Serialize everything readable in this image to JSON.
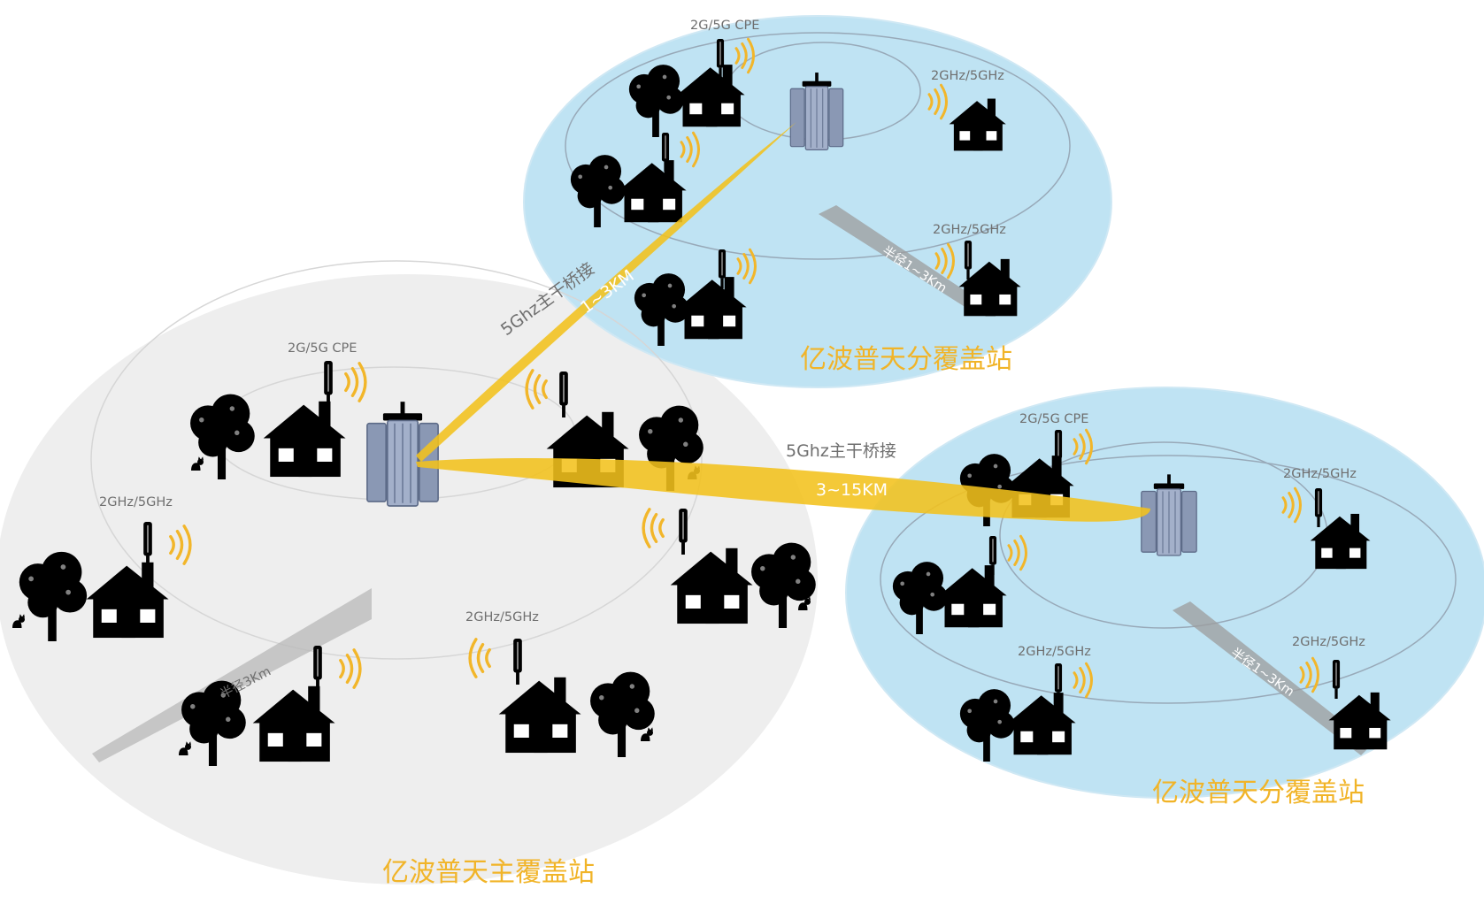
{
  "colors": {
    "main_zone": "#eeeeee",
    "sub_zone": "#bfe3f3",
    "bridge": "#f2c21d",
    "title": "#f1b428",
    "label": "#6f6f6f",
    "house_gray": "#7b7b7b",
    "house_blue": "#3f6fad",
    "house_lavender": "#9aa7d4",
    "tower_main": "#7ec1f0",
    "tower_sub": "#f29a57",
    "wave": "#f2b62a"
  },
  "icons": [
    "tower-icon",
    "house-icon",
    "tree-icon",
    "cpe-antenna-icon",
    "wifi-wave-icon",
    "cat-icon"
  ],
  "main_station": {
    "title": "亿波普天主覆盖站",
    "radius_label": "半径3Km",
    "labels": [
      "2G/5G CPE",
      "2GHz/5GHz",
      "2GHz/5GHz"
    ]
  },
  "sub_station_top": {
    "title": "亿波普天分覆盖站",
    "radius_label": "半径1~3Km",
    "labels": [
      "2G/5G CPE",
      "2GHz/5GHz",
      "2GHz/5GHz"
    ]
  },
  "sub_station_right": {
    "title": "亿波普天分覆盖站",
    "radius_label": "半径1~3Km",
    "labels": [
      "2G/5G CPE",
      "2GHz/5GHz",
      "2GHz/5GHz",
      "2GHz/5GHz"
    ]
  },
  "bridge_top": {
    "label": "5Ghz主干桥接",
    "distance": "1~3KM"
  },
  "bridge_right": {
    "label": "5Ghz主干桥接",
    "distance": "3~15KM"
  }
}
